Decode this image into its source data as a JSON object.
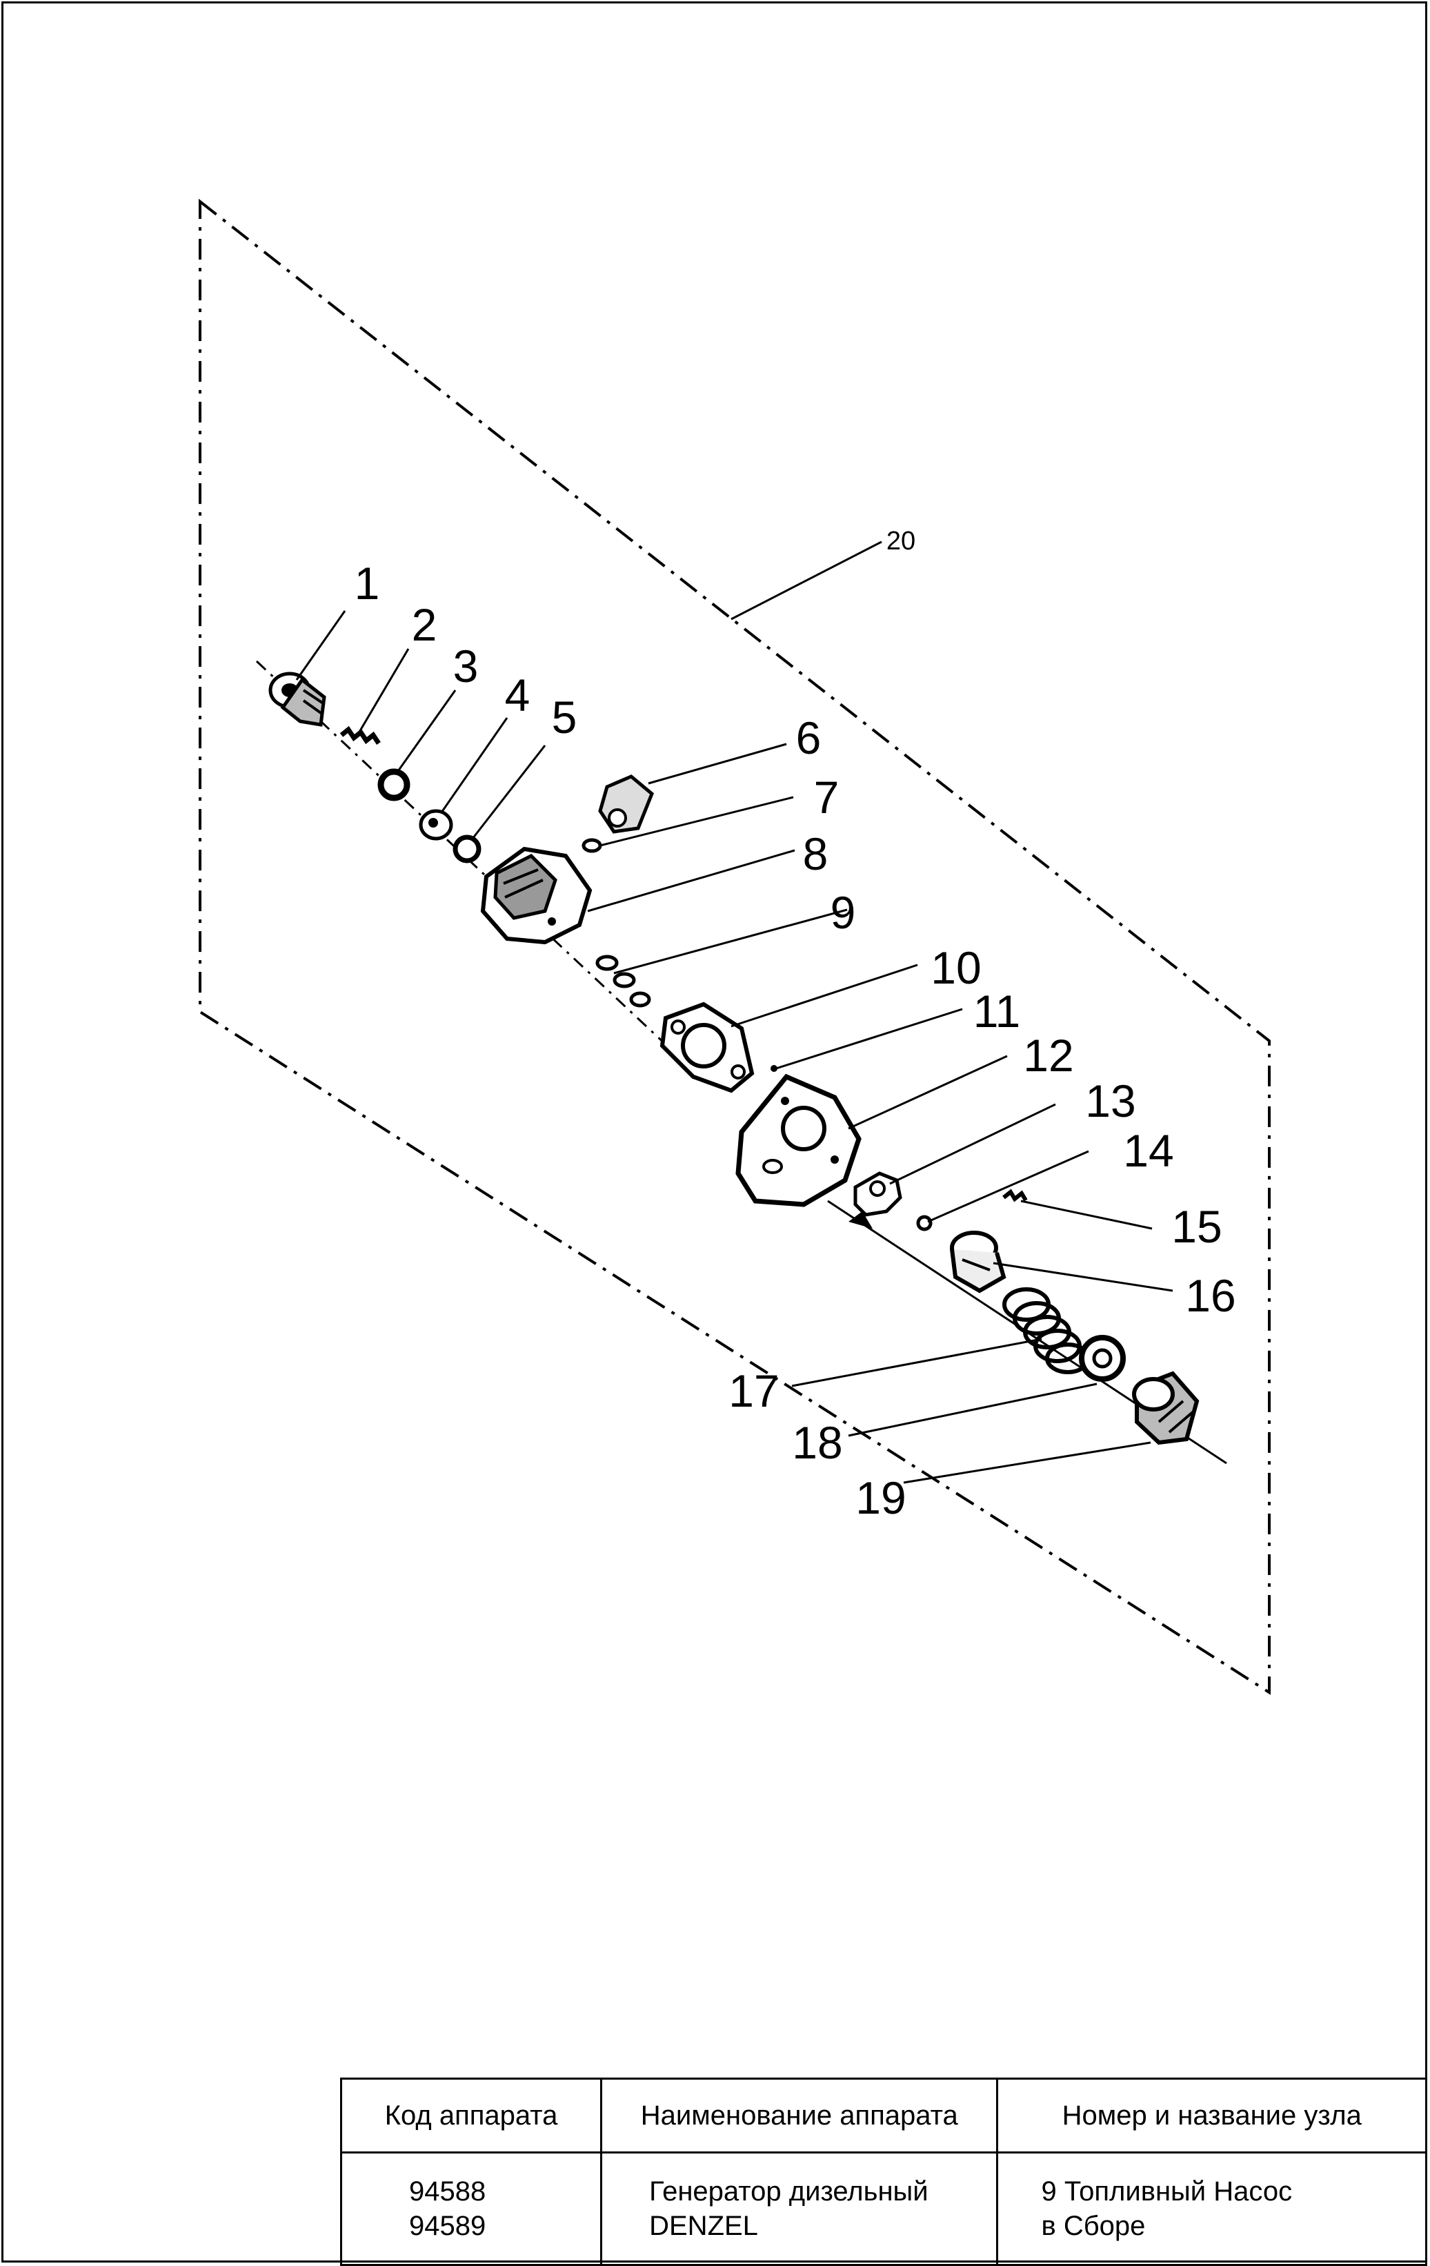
{
  "diagram": {
    "callouts": [
      "1",
      "2",
      "3",
      "4",
      "5",
      "6",
      "7",
      "8",
      "9",
      "10",
      "11",
      "12",
      "13",
      "14",
      "15",
      "16",
      "17",
      "18",
      "19"
    ],
    "assembly_callout": "20"
  },
  "title_block": {
    "headers": [
      "Код аппарата",
      "Наименование аппарата",
      "Номер и название узла"
    ],
    "code_lines": [
      "94588",
      "94589"
    ],
    "name_lines": [
      "Генератор дизельный",
      "DENZEL"
    ],
    "assembly_lines": [
      "9 Топливный Насос",
      "в Сборе"
    ]
  }
}
